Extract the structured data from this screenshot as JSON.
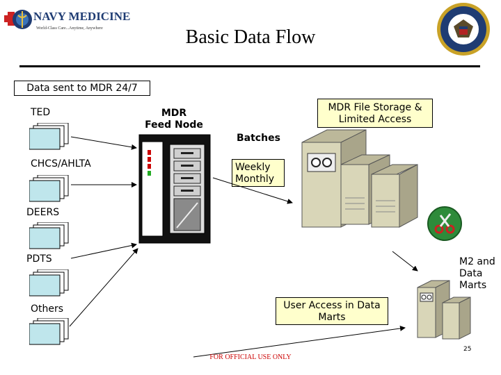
{
  "header": {
    "logo_text": "NAVY MEDICINE",
    "logo_tagline": "World-Class Care...Anytime, Anywhere",
    "title": "Basic Data Flow"
  },
  "diagram": {
    "sent_box": "Data sent to MDR 24/7",
    "sources": [
      "TED",
      "CHCS/AHLTA",
      "DEERS",
      "PDTS",
      "Others"
    ],
    "feed_node_line1": "MDR",
    "feed_node_line2": "Feed Node",
    "batches": "Batches",
    "schedule_line1": "Weekly",
    "schedule_line2": "Monthly",
    "storage_line1": "MDR File Storage &",
    "storage_line2": "Limited Access",
    "marts_line1": "M2 and",
    "marts_line2": "Data",
    "marts_line3": "Marts",
    "user_access_line1": "User Access in Data",
    "user_access_line2": "Marts"
  },
  "footer": {
    "notice": "FOR OFFICIAL USE ONLY",
    "page_number": "25"
  },
  "colors": {
    "box_fill": "#ffffcc",
    "server_body": "#d9d6b8",
    "tool_badge": "#2e8b3a",
    "footer_text": "#cc0000"
  }
}
